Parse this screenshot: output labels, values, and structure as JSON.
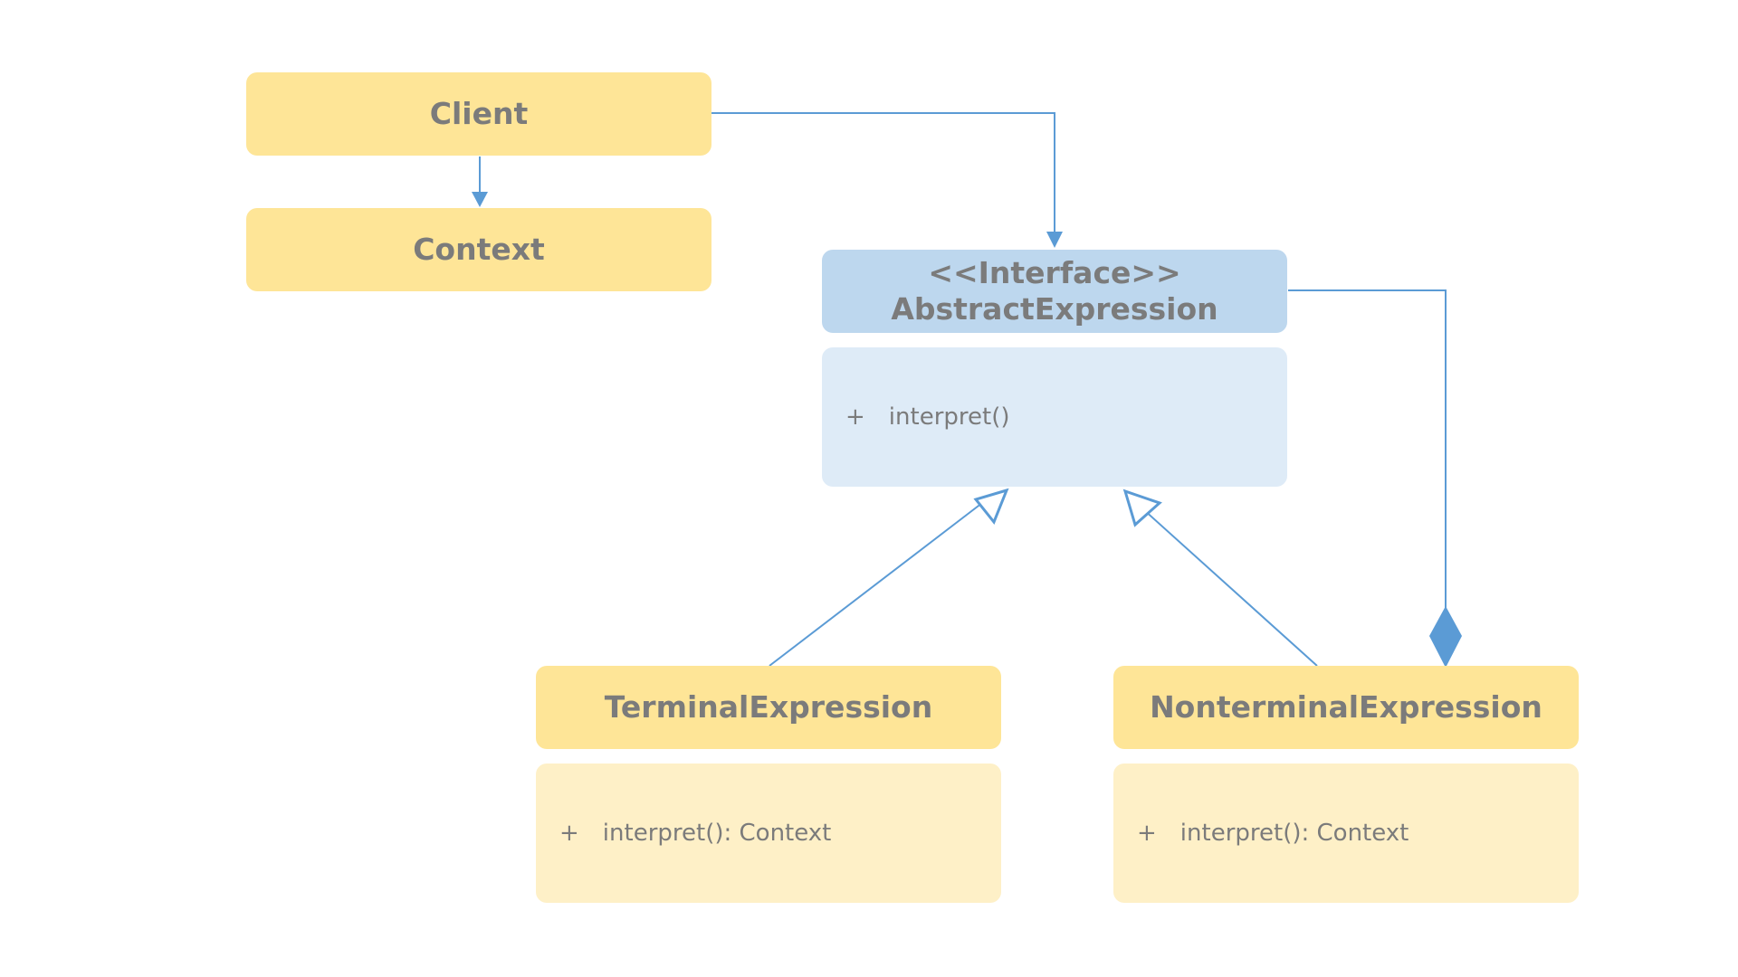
{
  "client": {
    "name": "Client"
  },
  "context": {
    "name": "Context"
  },
  "abstract_expression": {
    "stereotype": "<<Interface>>",
    "name": "AbstractExpression",
    "method": {
      "visibility": "+",
      "signature": "interpret()"
    }
  },
  "terminal_expression": {
    "name": "TerminalExpression",
    "method": {
      "visibility": "+",
      "signature": "interpret(): Context"
    }
  },
  "nonterminal_expression": {
    "name": "NonterminalExpression",
    "method": {
      "visibility": "+",
      "signature": "interpret(): Context"
    }
  },
  "colors": {
    "class_header": "#fee597",
    "class_body": "#fef0c7",
    "interface_header": "#bdd7ee",
    "interface_body": "#deebf7",
    "connector": "#5b9bd5",
    "text": "#7b7b7b"
  }
}
